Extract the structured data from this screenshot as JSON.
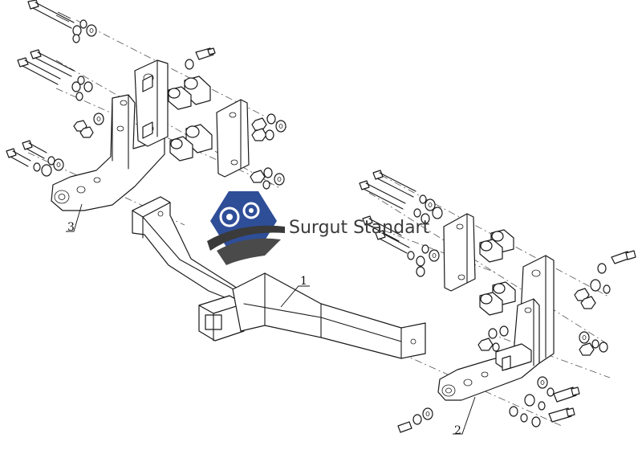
{
  "callouts": [
    {
      "id": "receiver",
      "label": "1"
    },
    {
      "id": "right-bracket",
      "label": "2"
    },
    {
      "id": "left-bracket",
      "label": "3"
    }
  ],
  "watermark": {
    "text": "Surgut Standart",
    "logo_colors": {
      "primary": "#1d3f8f",
      "secondary": "#3a3a3a"
    }
  },
  "palette": {
    "line": "#1a1a1a",
    "background": "#ffffff"
  }
}
